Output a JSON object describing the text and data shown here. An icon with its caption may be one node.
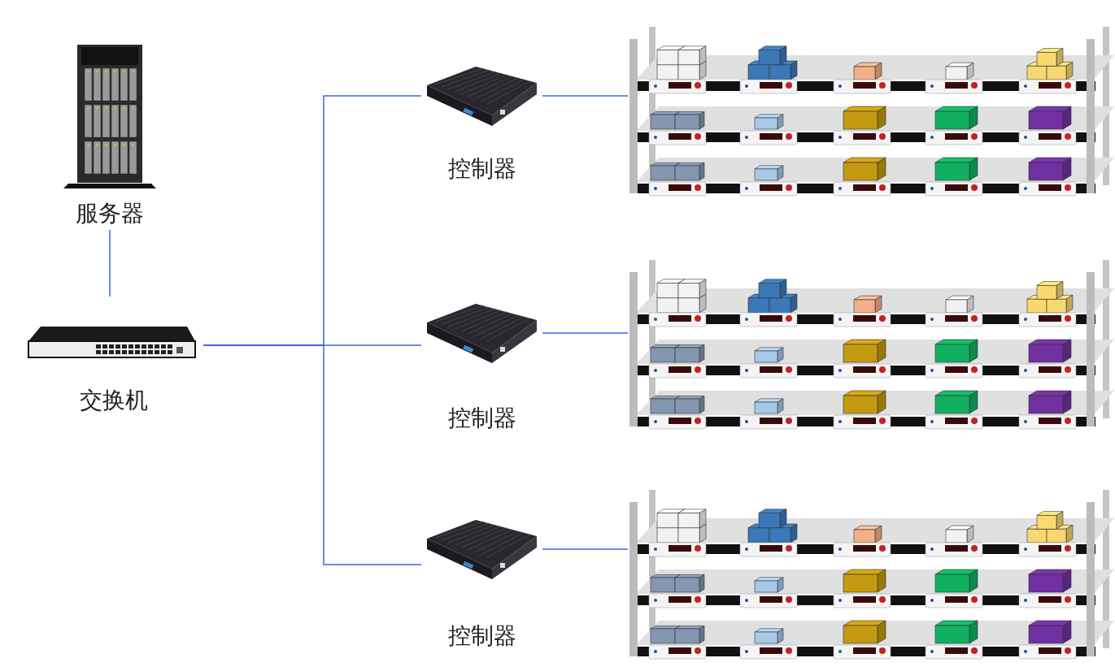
{
  "diagram": {
    "nodes": [
      {
        "text": [
          "服务器"
        ]
      },
      {
        "text": [
          "交换机"
        ]
      },
      {
        "text": [
          "控制器"
        ]
      },
      {
        "text": [
          "控制器"
        ]
      },
      {
        "text": [
          "控制器"
        ]
      },
      {
        "text": [],
        "shape": "picture"
      },
      {
        "text": [],
        "shape": "picture"
      },
      {
        "text": [],
        "shape": "picture"
      }
    ],
    "edges": [
      {
        "from": 0,
        "to": 1,
        "arrow": "none"
      },
      {
        "from": 1,
        "to": 2,
        "arrow": "none"
      },
      {
        "from": 1,
        "to": 3,
        "arrow": "none"
      },
      {
        "from": 1,
        "to": 4,
        "arrow": "none"
      },
      {
        "from": 2,
        "to": 5,
        "arrow": "none"
      },
      {
        "from": 3,
        "to": 6,
        "arrow": "none"
      },
      {
        "from": 4,
        "to": 7,
        "arrow": "none"
      }
    ]
  }
}
